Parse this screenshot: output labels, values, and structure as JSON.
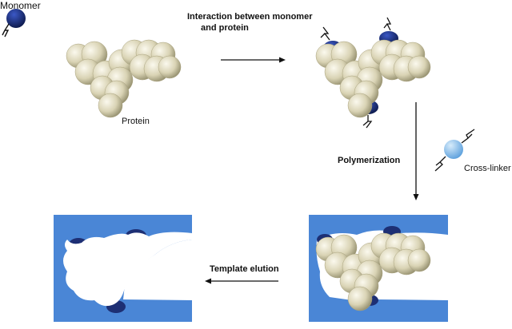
{
  "labels": {
    "monomer": "Monomer",
    "protein": "Protein",
    "interaction_line1": "Interaction between monomer",
    "interaction_line2": "and protein",
    "polymerization": "Polymerization",
    "cross_linker": "Cross-linker",
    "template_elution": "Template elution"
  },
  "colors": {
    "polymer_block": "#4a86d6",
    "monomer_dark": "#1d2f74",
    "cross_linker": "#8ec2ee",
    "protein_bead": "#d6d0b0",
    "arrow": "#111111"
  },
  "steps": [
    "monomer",
    "protein",
    "monomer-protein complex",
    "polymerization",
    "cross-linker",
    "template elution",
    "imprinted cavity"
  ]
}
